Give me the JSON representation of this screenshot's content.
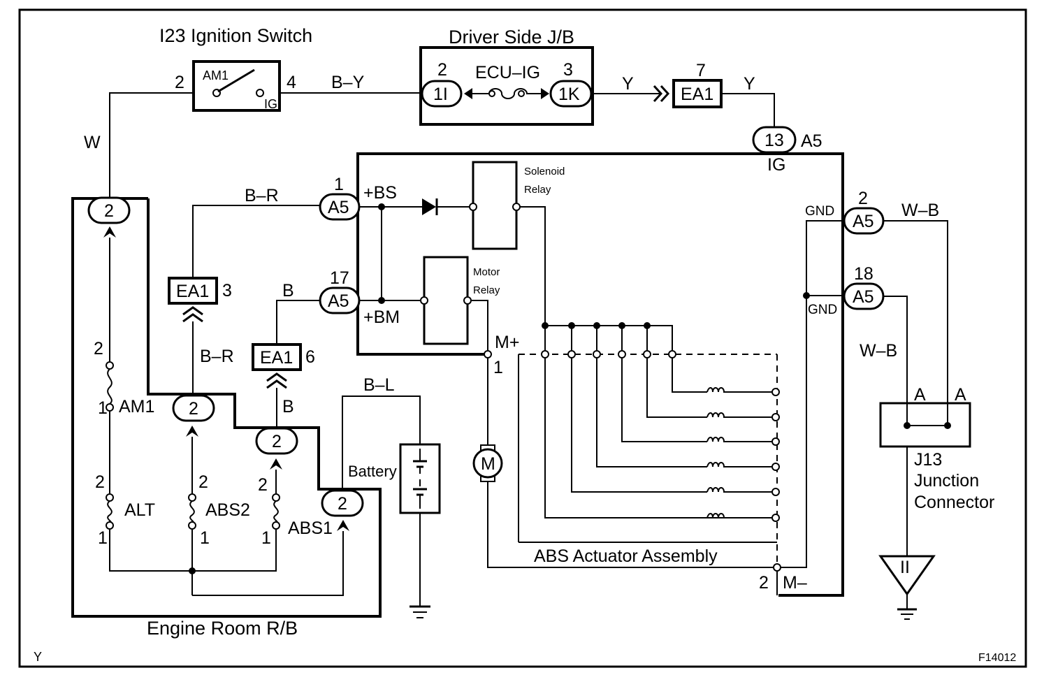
{
  "labels": {
    "ignition_switch": "I23 Ignition Switch",
    "am1_switch": "AM1",
    "ig_switch": "IG",
    "sw_pin_2": "2",
    "sw_pin_4": "4",
    "driver_jb": "Driver Side J/B",
    "ecu_ig": "ECU–IG",
    "jb_pin_2": "2",
    "jb_pin_3": "3",
    "conn_1i": "1I",
    "conn_1k": "1K",
    "ea1_pin_7": "7",
    "ea1_top": "EA1",
    "ea1_3": "EA1",
    "ea1_3_pin": "3",
    "ea1_6": "EA1",
    "ea1_6_pin": "6",
    "wire_w": "W",
    "wire_by": "B–Y",
    "wire_y1": "Y",
    "wire_y2": "Y",
    "wire_br1": "B–R",
    "wire_br2": "B–R",
    "wire_b1": "B",
    "wire_b2": "B",
    "wire_bl": "B–L",
    "wire_wb1": "W–B",
    "wire_wb2": "W–B",
    "a5_13": "13",
    "a5_13_name": "A5",
    "ig_term": "IG",
    "a5_1_pin": "1",
    "a5_1": "A5",
    "bs_term": "+BS",
    "a5_17_pin": "17",
    "a5_17": "A5",
    "bm_term": "+BM",
    "a5_2_pin": "2",
    "a5_2": "A5",
    "gnd1": "GND",
    "a5_18_pin": "18",
    "a5_18": "A5",
    "gnd2": "GND",
    "solenoid_relay_1": "Solenoid",
    "solenoid_relay_2": "Relay",
    "motor_relay_1": "Motor",
    "motor_relay_2": "Relay",
    "m_plus": "M+",
    "m_plus_pin": "1",
    "m_minus": "M–",
    "m_minus_pin": "2",
    "motor_symbol": "M",
    "abs_actuator": "ABS Actuator Assembly",
    "battery": "Battery",
    "engine_room": "Engine Room R/B",
    "conn_2_top": "2",
    "conn_2_mid": "2",
    "conn_2_abs1": "2",
    "conn_2_right": "2",
    "fuse_am1": "AM1",
    "fuse_am1_top": "2",
    "fuse_am1_bot": "1",
    "fuse_alt": "ALT",
    "fuse_alt_top": "2",
    "fuse_alt_bot": "1",
    "fuse_abs2": "ABS2",
    "fuse_abs2_top": "2",
    "fuse_abs2_bot": "1",
    "fuse_abs1": "ABS1",
    "fuse_abs1_top": "2",
    "fuse_abs1_bot": "1",
    "j13_a1": "A",
    "j13_a2": "A",
    "j13_1": "J13",
    "j13_2": "Junction",
    "j13_3": "Connector",
    "gnd_ii": "II",
    "corner_y": "Y",
    "figure_id": "F14012"
  }
}
